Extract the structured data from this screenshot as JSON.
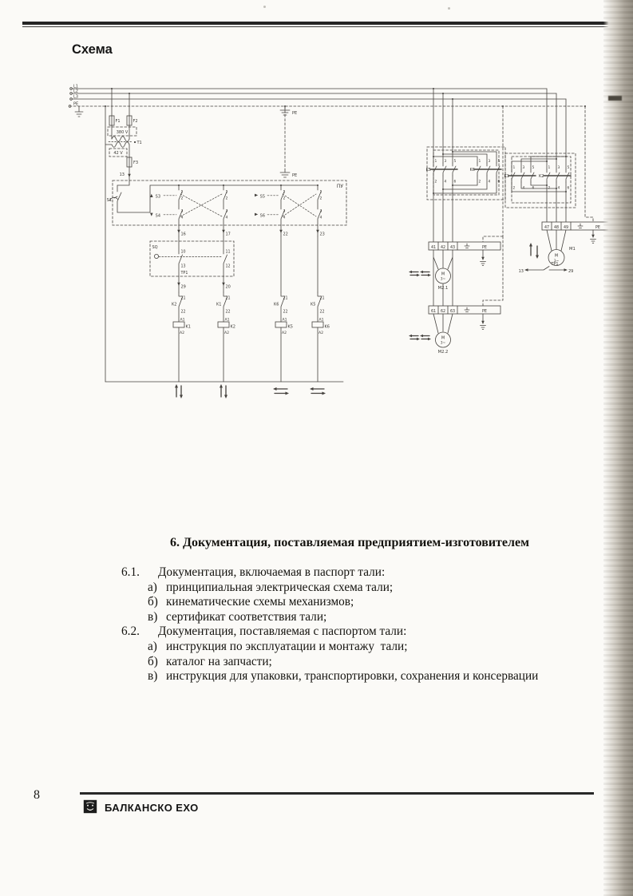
{
  "page": {
    "title": "Схема",
    "number": "8"
  },
  "section": {
    "title": "6. Документация, поставляемая предприятием-изготовителем",
    "items": [
      {
        "num": "6.1.",
        "text": "Документация, включаемая в паспорт тали:",
        "subs": [
          {
            "num": "а)",
            "text": "принципиальная электрическая схема тали;"
          },
          {
            "num": "б)",
            "text": "кинематические схемы механизмов;"
          },
          {
            "num": "в)",
            "text": "сертификат со­ответствия тали;"
          }
        ]
      },
      {
        "num": "6.2.",
        "text": "Документация, поставляемая с паспортом тали:",
        "subs": [
          {
            "num": "а)",
            "text": "инструкция по эксплуатации и монтажу  тали;"
          },
          {
            "num": "б)",
            "text": "каталог на запчасти;"
          },
          {
            "num": "в)",
            "text": "инструкция для упаковки, транспортировки, сохранения и консервации"
          }
        ]
      }
    ]
  },
  "footer": {
    "brand": "БАЛКАНСКО ЕХО",
    "logo_icon": "lion-emblem"
  },
  "schematic": {
    "ink": "#45423e",
    "labels": [
      [
        7,
        9.5,
        "L1",
        5
      ],
      [
        7,
        15.5,
        "L2",
        5
      ],
      [
        7,
        22.5,
        "L3",
        5
      ],
      [
        7,
        31.5,
        "PE",
        5
      ],
      [
        59.5,
        53,
        "F1",
        5
      ],
      [
        81.5,
        53,
        "F2",
        5
      ],
      [
        68,
        66.8,
        "380 V",
        5,
        "middle"
      ],
      [
        86.5,
        80,
        "T1",
        5
      ],
      [
        63,
        93.2,
        "42 V",
        5,
        "middle"
      ],
      [
        82,
        105,
        "F3",
        5
      ],
      [
        71,
        120,
        "13",
        5,
        "end"
      ],
      [
        281,
        43,
        "PE",
        5
      ],
      [
        281,
        121,
        "PE",
        5
      ],
      [
        345,
        135,
        "ПУ",
        6,
        "end"
      ],
      [
        55,
        152,
        "S1",
        5,
        "end"
      ],
      [
        116,
        147.5,
        "S3",
        5,
        "end"
      ],
      [
        116,
        171.5,
        "S4",
        5,
        "end"
      ],
      [
        247,
        147.5,
        "S5",
        5,
        "end"
      ],
      [
        247,
        171.5,
        "S6",
        5,
        "end"
      ],
      [
        141.5,
        141.5,
        "1",
        4.6
      ],
      [
        141.5,
        149.5,
        "2",
        4.6
      ],
      [
        141.5,
        165.5,
        "3",
        4.6
      ],
      [
        141.5,
        173.5,
        "4",
        4.6
      ],
      [
        197.5,
        141.5,
        "1",
        4.6
      ],
      [
        197.5,
        149.5,
        "2",
        4.6
      ],
      [
        197.5,
        165.5,
        "3",
        4.6
      ],
      [
        197.5,
        173.5,
        "4",
        4.6
      ],
      [
        269.5,
        141.5,
        "1",
        4.6
      ],
      [
        269.5,
        149.5,
        "2",
        4.6
      ],
      [
        269.5,
        165.5,
        "3",
        4.6
      ],
      [
        269.5,
        173.5,
        "4",
        4.6
      ],
      [
        315.5,
        141.5,
        "1",
        4.6
      ],
      [
        315.5,
        149.5,
        "2",
        4.6
      ],
      [
        315.5,
        165.5,
        "3",
        4.6
      ],
      [
        315.5,
        173.5,
        "4",
        4.6
      ],
      [
        141.5,
        194.5,
        "16",
        5
      ],
      [
        197.5,
        194.5,
        "17",
        5
      ],
      [
        269.5,
        194.5,
        "22",
        5
      ],
      [
        315.5,
        194.5,
        "23",
        5
      ],
      [
        105.5,
        211,
        "SQ",
        5
      ],
      [
        141.5,
        216.5,
        "10",
        4.8
      ],
      [
        197.5,
        216.5,
        "11",
        4.8
      ],
      [
        141.5,
        234.5,
        "13",
        4.8
      ],
      [
        197.5,
        234.5,
        "12",
        4.8
      ],
      [
        141.5,
        243,
        "TP1",
        4.8
      ],
      [
        141.5,
        260.5,
        "29",
        5
      ],
      [
        197.5,
        260.5,
        "20",
        5
      ],
      [
        141.5,
        274.5,
        "21",
        4.8
      ],
      [
        136.5,
        282.5,
        "K2",
        5,
        "end"
      ],
      [
        141.5,
        291.5,
        "22",
        4.8
      ],
      [
        140.5,
        301.5,
        "A1",
        4.6
      ],
      [
        147.5,
        310.5,
        "K1",
        5
      ],
      [
        140,
        318,
        "A2",
        4.6
      ],
      [
        197.5,
        274.5,
        "21",
        4.8
      ],
      [
        192.5,
        282.5,
        "K1",
        5,
        "end"
      ],
      [
        197.5,
        291.5,
        "22",
        4.8
      ],
      [
        196.5,
        301.5,
        "A1",
        4.6
      ],
      [
        203.5,
        310.5,
        "K2",
        5
      ],
      [
        196,
        318,
        "A2",
        4.6
      ],
      [
        269.5,
        274.5,
        "21",
        4.8
      ],
      [
        264.5,
        282.5,
        "K6",
        5,
        "end"
      ],
      [
        269.5,
        291.5,
        "22",
        4.8
      ],
      [
        268.5,
        301.5,
        "A1",
        4.6
      ],
      [
        275.5,
        310.5,
        "K5",
        5
      ],
      [
        268,
        318,
        "A2",
        4.6
      ],
      [
        315.5,
        274.5,
        "21",
        4.8
      ],
      [
        310.5,
        282.5,
        "K5",
        5,
        "end"
      ],
      [
        315.5,
        291.5,
        "22",
        4.8
      ],
      [
        314.5,
        301.5,
        "A1",
        4.6
      ],
      [
        321.5,
        310.5,
        "K6",
        5
      ],
      [
        314,
        318,
        "A2",
        4.6
      ],
      [
        455,
        114,
        "K5",
        5,
        "end"
      ],
      [
        510,
        114,
        "K6",
        5,
        "end"
      ],
      [
        459.5,
        103,
        "1",
        4.4
      ],
      [
        471.5,
        103,
        "3",
        4.4
      ],
      [
        483.5,
        103,
        "5",
        4.4
      ],
      [
        459.5,
        128.5,
        "2",
        4.4
      ],
      [
        471.5,
        128.5,
        "4",
        4.4
      ],
      [
        483.5,
        128.5,
        "6",
        4.4
      ],
      [
        514.5,
        103,
        "1",
        4.4
      ],
      [
        526.5,
        103,
        "3",
        4.4
      ],
      [
        538.5,
        103,
        "5",
        4.4
      ],
      [
        514.5,
        128.5,
        "2",
        4.4
      ],
      [
        526.5,
        128.5,
        "4",
        4.4
      ],
      [
        538.5,
        128.5,
        "6",
        4.4
      ],
      [
        553,
        122,
        "K1",
        5,
        "end"
      ],
      [
        596.5,
        122,
        "K2",
        5,
        "end"
      ],
      [
        557.5,
        111,
        "1",
        4.4
      ],
      [
        569.5,
        111,
        "3",
        4.4
      ],
      [
        581.5,
        111,
        "5",
        4.4
      ],
      [
        557.5,
        136.5,
        "2",
        4.4
      ],
      [
        569.5,
        136.5,
        "4",
        4.4
      ],
      [
        581.5,
        136.5,
        "6",
        4.4
      ],
      [
        601.5,
        111,
        "1",
        4.4
      ],
      [
        613.5,
        111,
        "3",
        4.4
      ],
      [
        625.5,
        111,
        "5",
        4.4
      ],
      [
        601.5,
        136.5,
        "2",
        4.4
      ],
      [
        613.5,
        136.5,
        "4",
        4.4
      ],
      [
        625.5,
        136.5,
        "6",
        4.4
      ],
      [
        458,
        210.9,
        "41",
        4.8,
        "middle"
      ],
      [
        470,
        210.9,
        "42",
        4.8,
        "middle"
      ],
      [
        482,
        210.9,
        "43",
        4.8,
        "middle"
      ],
      [
        522,
        210.9,
        "PE",
        4.8,
        "middle"
      ],
      [
        458,
        290.9,
        "61",
        4.8,
        "middle"
      ],
      [
        470,
        290.9,
        "62",
        4.8,
        "middle"
      ],
      [
        482,
        290.9,
        "63",
        4.8,
        "middle"
      ],
      [
        522,
        290.9,
        "PE",
        4.8,
        "middle"
      ],
      [
        600,
        185.9,
        "47",
        4.8,
        "middle"
      ],
      [
        612,
        185.9,
        "48",
        4.8,
        "middle"
      ],
      [
        624,
        185.9,
        "49",
        4.8,
        "middle"
      ],
      [
        664,
        185.9,
        "PE",
        4.8,
        "middle"
      ],
      [
        470,
        244.5,
        "M",
        5,
        "middle"
      ],
      [
        470,
        250.5,
        "3~",
        4.4,
        "middle"
      ],
      [
        470,
        262,
        "M2.1",
        5.2,
        "middle"
      ],
      [
        470,
        324.5,
        "M",
        5,
        "middle"
      ],
      [
        470,
        330.5,
        "3~",
        4.4,
        "middle"
      ],
      [
        470,
        342,
        "M2.2",
        5.2,
        "middle"
      ],
      [
        612,
        221.5,
        "M",
        5,
        "middle"
      ],
      [
        612,
        228,
        "3~",
        4.4,
        "middle"
      ],
      [
        628,
        213,
        "M1",
        5.2
      ],
      [
        571,
        241,
        "13",
        5,
        "end"
      ],
      [
        610,
        232,
        "TP1",
        5,
        "middle"
      ],
      [
        627,
        241,
        "29",
        5
      ]
    ]
  }
}
